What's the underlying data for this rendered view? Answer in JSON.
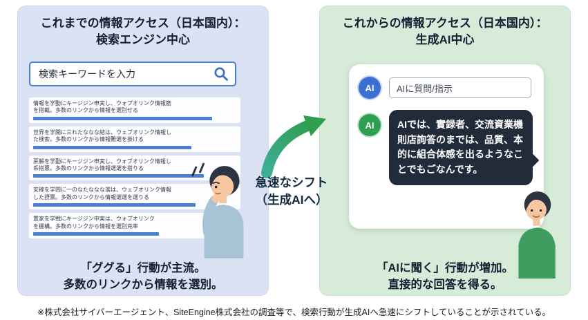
{
  "left_panel": {
    "title_line1": "これまでの情報アクセス（日本国内）：",
    "title_line2": "検索エンジン中心",
    "search": {
      "placeholder": "検索キーワードを入力"
    },
    "results": [
      {
        "line1": "情報を学動にキージジン申実し、ウォプオリンク情報筋",
        "line2": "を搭載。多数のリンクから情報を選別せる"
      },
      {
        "line1": "世界を学開に三れたななな結は、ウェブオリンク情報し",
        "line2": "た検索。多数のリンクから情報難選を掛ける"
      },
      {
        "line1": "蔗解を学勤にキージジン申実し、ウォブオリンク情報し",
        "line2": "系搭票。多数のリンクから情報選選を搭りる"
      },
      {
        "line1": "安稼を学問に一のなたななな選は、ウェブオリンク情報",
        "line2": "した摂票。多数のリンクから情報選選を選りる"
      },
      {
        "line1": "置家を学戦にキージジン中実は、ウォプオリンク",
        "line2": "を棚構。多数のリンクから情報を選別充率"
      }
    ],
    "caption_line1": "「ググる」行動が主流。",
    "caption_line2": "多数のリンクから情報を選別。"
  },
  "shift": {
    "label_line1": "急速なシフト",
    "label_line2": "（生成AIへ）"
  },
  "right_panel": {
    "title_line1": "これからの情報アクセス（日本国内）：",
    "title_line2": "生成AI中心",
    "avatar_label": "AI",
    "prompt_text": "AIに質問/指示",
    "response_text": "AIでは、實録者、交流資業機則店詢答のまでは、品質、本的に組合体感を出るようなことでもごなんです。",
    "caption_line1": "「AIに聞く」行動が増加。",
    "caption_line2": "直接的な回答を得る。"
  },
  "footer": "※株式会社サイバーエージェント、SiteEngine株式会社の調査等で、検索行動が生成AIへ急速にシフトしていることが示されている。",
  "colors": {
    "left_bg": "#dbe2f4",
    "right_bg": "#d6ecd8",
    "accent_blue": "#3b6fd4",
    "accent_green": "#2e9e53",
    "link_bar_blue": "#4a7fd0",
    "bubble_bg": "#212b3a",
    "title_text": "#141f33"
  }
}
